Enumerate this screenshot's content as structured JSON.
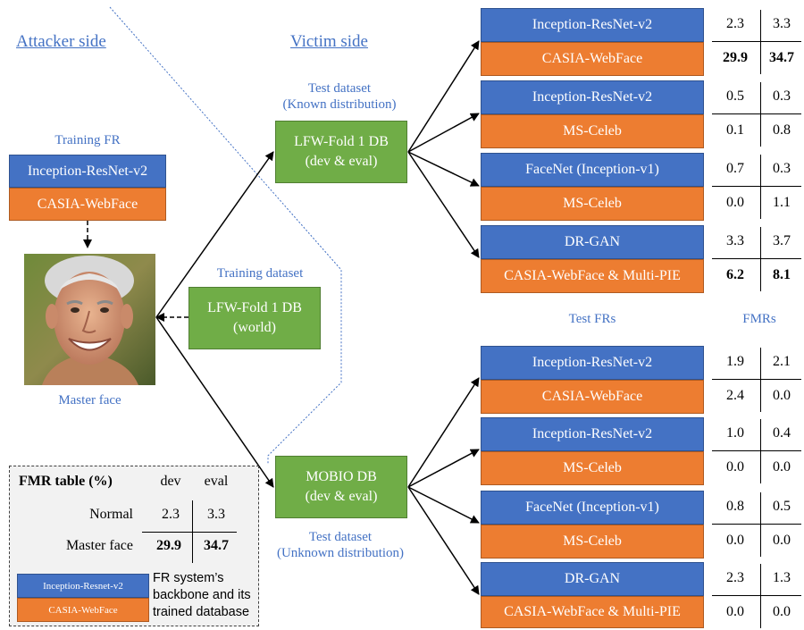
{
  "titles": {
    "attacker": "Attacker side",
    "victim": "Victim side"
  },
  "attacker": {
    "training_fr_label": "Training FR",
    "network": "Inception-ResNet-v2",
    "database": "CASIA-WebFace",
    "master_face_label": "Master face"
  },
  "training_dataset": {
    "label": "Training dataset",
    "db_line1": "LFW-Fold 1 DB",
    "db_line2": "(world)"
  },
  "test_known": {
    "label_line1": "Test dataset",
    "label_line2": "(Known distribution)",
    "db_line1": "LFW-Fold 1 DB",
    "db_line2": "(dev & eval)"
  },
  "test_unknown": {
    "label_line1": "Test dataset",
    "label_line2": "(Unknown distribution)",
    "db_line1": "MOBIO DB",
    "db_line2": "(dev & eval)"
  },
  "column_headers": {
    "test_frs": "Test FRs",
    "fmrs": "FMRs"
  },
  "known_frs": [
    {
      "network": "Inception-ResNet-v2",
      "database": "CASIA-WebFace",
      "normal": [
        "2.3",
        "3.3"
      ],
      "master": [
        "29.9",
        "34.7"
      ],
      "master_bold": true
    },
    {
      "network": "Inception-ResNet-v2",
      "database": "MS-Celeb",
      "normal": [
        "0.5",
        "0.3"
      ],
      "master": [
        "0.1",
        "0.8"
      ],
      "master_bold": false
    },
    {
      "network": "FaceNet (Inception-v1)",
      "database": "MS-Celeb",
      "normal": [
        "0.7",
        "0.3"
      ],
      "master": [
        "0.0",
        "1.1"
      ],
      "master_bold": false
    },
    {
      "network": "DR-GAN",
      "database": "CASIA-WebFace & Multi-PIE",
      "normal": [
        "3.3",
        "3.7"
      ],
      "master": [
        "6.2",
        "8.1"
      ],
      "master_bold": true
    }
  ],
  "unknown_frs": [
    {
      "network": "Inception-ResNet-v2",
      "database": "CASIA-WebFace",
      "normal": [
        "1.9",
        "2.1"
      ],
      "master": [
        "2.4",
        "0.0"
      ],
      "master_bold": false
    },
    {
      "network": "Inception-ResNet-v2",
      "database": "MS-Celeb",
      "normal": [
        "1.0",
        "0.4"
      ],
      "master": [
        "0.0",
        "0.0"
      ],
      "master_bold": false
    },
    {
      "network": "FaceNet (Inception-v1)",
      "database": "MS-Celeb",
      "normal": [
        "0.8",
        "0.5"
      ],
      "master": [
        "0.0",
        "0.0"
      ],
      "master_bold": false
    },
    {
      "network": "DR-GAN",
      "database": "CASIA-WebFace & Multi-PIE",
      "normal": [
        "2.3",
        "1.3"
      ],
      "master": [
        "0.0",
        "0.0"
      ],
      "master_bold": false
    }
  ],
  "legend": {
    "title": "FMR table (%)",
    "col_dev": "dev",
    "col_eval": "eval",
    "row_normal": "Normal",
    "normal_dev": "2.3",
    "normal_eval": "3.3",
    "row_master": "Master face",
    "master_dev": "29.9",
    "master_eval": "34.7",
    "sample_network": "Inception-Resnet-v2",
    "sample_database": "CASIA-WebFace",
    "note_line1": "FR system’s",
    "note_line2": "backbone and its",
    "note_line3": "trained database"
  },
  "colors": {
    "blue": "#4472c4",
    "orange": "#ed7d31",
    "green": "#70ad47"
  }
}
